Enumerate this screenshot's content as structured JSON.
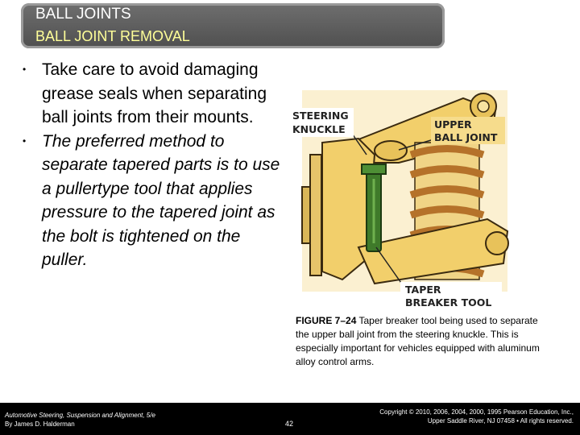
{
  "header": {
    "title": "BALL JOINTS",
    "subtitle": "BALL JOINT REMOVAL"
  },
  "bullets": [
    {
      "text": "Take care to avoid damaging grease seals when separating ball joints from their mounts."
    },
    {
      "text": "The preferred method to separate tapered parts is to use a pullertype tool that applies pressure to the tapered joint as the bolt is tightened on the puller."
    }
  ],
  "figure": {
    "labels": {
      "steering_knuckle_1": "STEERING",
      "steering_knuckle_2": "KNUCKLE",
      "upper_ball_joint_1": "UPPER",
      "upper_ball_joint_2": "BALL JOINT",
      "taper_breaker_1": "TAPER",
      "taper_breaker_2": "BREAKER TOOL"
    },
    "colors": {
      "body": "#f2cf6b",
      "outline": "#3a2a10",
      "spring": "#b5722a",
      "tool": "#3f7a2a"
    }
  },
  "caption": {
    "label": "FIGURE 7–24",
    "text": " Taper breaker tool being used to separate the upper ball joint from the steering knuckle. This is especially important for vehicles equipped with aluminum alloy control arms."
  },
  "footer": {
    "book_title": "Automotive Steering, Suspension and Alignment, 5/e",
    "author": "By James D. Halderman",
    "page": "42",
    "copyright_1": "Copyright © 2010, 2006, 2004, 2000, 1995 Pearson Education, Inc.,",
    "copyright_2": "Upper Saddle River, NJ 07458 • All rights reserved."
  }
}
